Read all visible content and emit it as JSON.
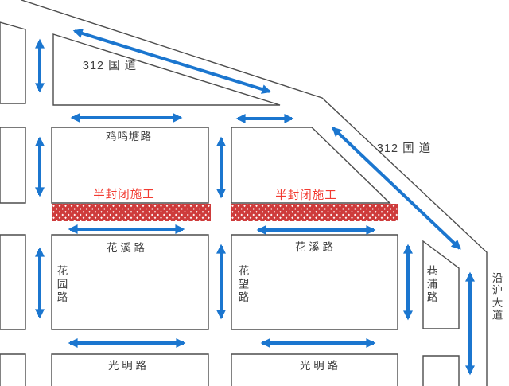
{
  "map": {
    "description_visible": false,
    "labels": {
      "g312_top": "312 国 道",
      "g312_right": "312 国 道",
      "jimingtang": "鸡鸣塘路",
      "construction_1": "半封闭施工",
      "construction_2": "半封闭施工",
      "huaxi_1": "花 溪 路",
      "huaxi_2": "花 溪 路",
      "guangming_1": "光 明 路",
      "guangming_2": "光 明 路",
      "huayuan": "花园路",
      "huawang": "花望路",
      "xiangpu": "巷浦路",
      "yanhu_avenue": "沿沪大道"
    }
  },
  "colors": {
    "arrow_blue": "#1b76cf",
    "road_line_gray": "#4d4d4d",
    "label_text": "#3d3d3d",
    "construction_red": "#f23b31",
    "hatch_red": "#ce3b3b",
    "background_white": "#ffffff"
  }
}
